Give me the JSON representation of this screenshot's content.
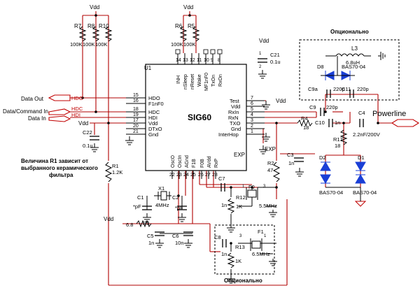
{
  "chip": {
    "name": "SIG60",
    "ref": "U1",
    "left_pins": [
      {
        "num": "15",
        "name": "HDO"
      },
      {
        "num": "16",
        "name": "F1nF0"
      },
      {
        "num": "18",
        "name": "HDC"
      },
      {
        "num": "19",
        "name": "HDI"
      },
      {
        "num": "17",
        "name": "Vdd"
      },
      {
        "num": "20",
        "name": "DTxO"
      },
      {
        "num": "21",
        "name": "Gnd"
      }
    ],
    "top_pins": [
      {
        "num": "14",
        "name": "INH"
      },
      {
        "num": "13",
        "name": "nSleep"
      },
      {
        "num": "12",
        "name": "nReset"
      },
      {
        "num": "11",
        "name": "Wake"
      },
      {
        "num": "10",
        "name": "MF1nF0"
      },
      {
        "num": "9",
        "name": "TxOn"
      },
      {
        "num": "8",
        "name": "RxOn"
      }
    ],
    "right_pins": [
      {
        "num": "7",
        "name": "Test"
      },
      {
        "num": "6",
        "name": "Vdd"
      },
      {
        "num": "5",
        "name": "RxIn"
      },
      {
        "num": "4",
        "name": "RxN"
      },
      {
        "num": "3",
        "name": "TXO"
      },
      {
        "num": "2",
        "name": "Gnd"
      },
      {
        "num": "1",
        "name": "InterHop"
      }
    ],
    "bottom_pins": [
      {
        "num": "22",
        "name": "OscO"
      },
      {
        "num": "23",
        "name": "OscIn"
      },
      {
        "num": "24",
        "name": "AGnd"
      },
      {
        "num": "25",
        "name": "F1B"
      },
      {
        "num": "26",
        "name": "F0B"
      },
      {
        "num": "27",
        "name": "AVdd"
      },
      {
        "num": "28",
        "name": "RxP"
      }
    ],
    "exp_label": "EXP"
  },
  "signals": {
    "data_out": "Data Out",
    "data_cmd_in": "Data/Command In",
    "data_in": "Data In",
    "hdo": "HDO",
    "hdc": "HDC",
    "hdi": "HDI",
    "powerline": "Powerline"
  },
  "vdd_labels": [
    "Vdd",
    "Vdd",
    "Vdd",
    "Vdd",
    "Vdd",
    "Vdd"
  ],
  "optional_top": "Опционально",
  "optional_bottom": "Опционально",
  "note_r1": [
    "Величина R1 зависит от",
    "выбранного керамического",
    "фильтра"
  ],
  "components": {
    "r7": "R7",
    "r8": "R8",
    "r10": "R10",
    "r6": "R6",
    "r5": "R5",
    "r_top_vals": [
      "100K",
      "100K",
      "100K"
    ],
    "r_top_vals2": [
      "100K",
      "100K"
    ],
    "c21": "C21",
    "c21_val": "0.1u",
    "c21_pins": [
      "1",
      "2"
    ],
    "l3": "L3",
    "l3_val": "6.8uH",
    "d8": "D8",
    "d8_part": "BAS70-04",
    "c9a": "C9a",
    "c9a_val": "220p",
    "c11": "C11",
    "c11_val": "220p",
    "c9": "C9",
    "c9_val": "220p",
    "c4": "C4",
    "c4_val": "2.2nF/200V",
    "r4": "R4",
    "r4_val": "18",
    "c10": "C10",
    "c10_val": "1n",
    "r17": "R17",
    "r17_val": "18",
    "d2": "D2",
    "d1": "D1",
    "d2_part": "BAS70-04",
    "d1_part": "BAS70-04",
    "c22": "C22",
    "c22_val": "0.1u",
    "r1": "R1",
    "r1_val": "1.2K",
    "c3": "C3",
    "c3_val": "1n",
    "r2": "R2",
    "r2_val": "47",
    "x1": "X1",
    "x1_val": "4MHz",
    "c1": "C1",
    "c1_val": "*pF",
    "c2": "C2",
    "c2_val": "*pF",
    "c7": "C7",
    "c7_val": "1n",
    "f0": "F0",
    "f0_val": "5.5MHz",
    "f0_pins": [
      "1",
      "3"
    ],
    "r12": "R12",
    "r12_val": "1K",
    "r3": "R3",
    "r3_val": "6.8",
    "c5": "C5",
    "c5_val": "1n",
    "c6": "C6",
    "c6_val": "10n",
    "c8": "C8",
    "c8_val": "1n",
    "f1": "F1",
    "f1_val": "6.5MHz",
    "f1_pins": [
      "3",
      "1"
    ],
    "r13": "R13",
    "r13_val": "1K"
  },
  "colors": {
    "wire_red": "#b00000",
    "wire_black": "#000000",
    "diode_blue": "#1a3fd6",
    "tag_red": "#c00000"
  }
}
